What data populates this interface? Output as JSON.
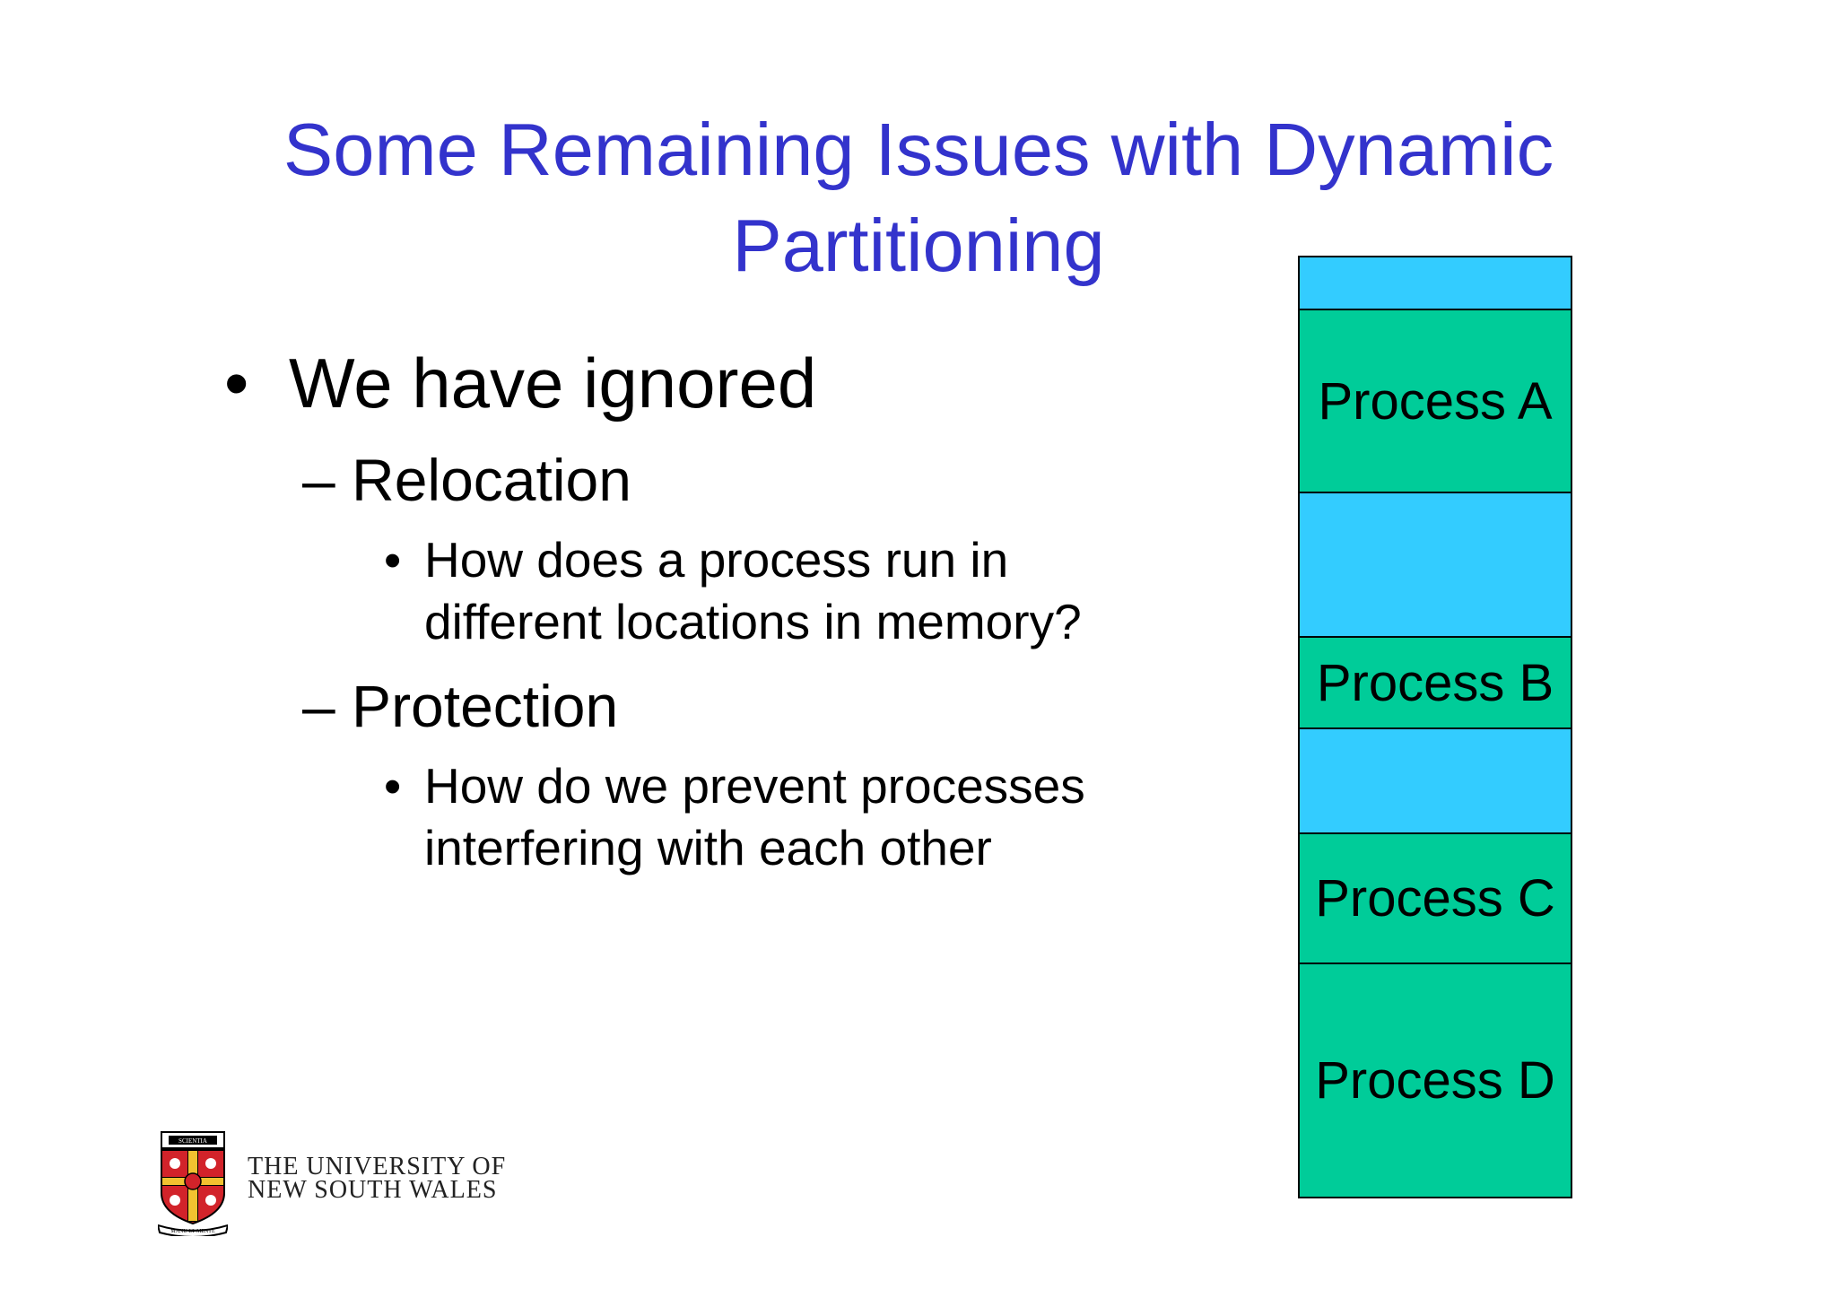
{
  "title": {
    "line1": "Some Remaining Issues with Dynamic",
    "line2": "Partitioning"
  },
  "bullets": {
    "main": {
      "mark": "•",
      "text": "We have ignored"
    },
    "relocation": {
      "text": "– Relocation",
      "detail_mark": "•",
      "detail_line1": "How does a process run in",
      "detail_line2": "different locations in memory?"
    },
    "protection": {
      "text": "– Protection",
      "detail_mark": "•",
      "detail_line1": "How do we prevent processes",
      "detail_line2": "interfering with each other"
    }
  },
  "memory": {
    "segments": [
      {
        "label": "",
        "kind": "free"
      },
      {
        "label": "Process A",
        "kind": "process"
      },
      {
        "label": "",
        "kind": "free"
      },
      {
        "label": "Process B",
        "kind": "process"
      },
      {
        "label": "",
        "kind": "free"
      },
      {
        "label": "Process C",
        "kind": "process"
      },
      {
        "label": "Process D",
        "kind": "process"
      }
    ]
  },
  "logo": {
    "line1": "THE UNIVERSITY OF",
    "line2": "NEW SOUTH WALES",
    "motto": "SCIENTIA MANU ET MENTE"
  },
  "colors": {
    "title": "#3333cc",
    "free_memory": "#33ccff",
    "process_memory": "#00cc99",
    "logo_red": "#d2232a",
    "logo_gold": "#f2c230"
  }
}
